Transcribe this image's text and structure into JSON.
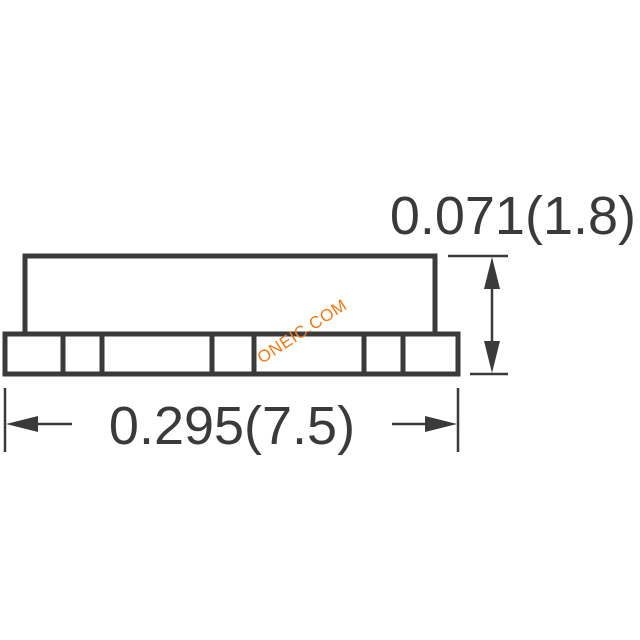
{
  "dimensions": {
    "height_label": "0.071(1.8)",
    "width_label": "0.295(7.5)"
  },
  "watermark": {
    "text": "ONEIC.COM",
    "color": "#f07a1a"
  },
  "colors": {
    "line": "#3a3a3a",
    "background": "#ffffff"
  }
}
